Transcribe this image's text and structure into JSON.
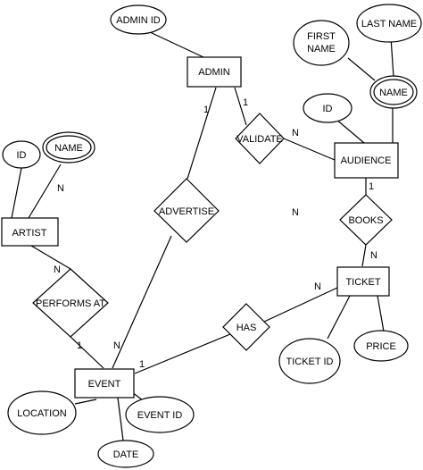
{
  "entities": {
    "admin": "ADMIN",
    "audience": "AUDIENCE",
    "artist": "ARTIST",
    "ticket": "TICKET",
    "event": "EVENT"
  },
  "relationships": {
    "validate": "VALIDATE",
    "advertise": "ADVERTISE",
    "books": "BOOKS",
    "performs_at": "PERFORMS AT",
    "has": "HAS"
  },
  "attributes": {
    "admin_id": "ADMIN ID",
    "first_name_line1": "FIRST",
    "first_name_line2": "NAME",
    "last_name": "LAST NAME",
    "audience_name": "NAME",
    "audience_id": "ID",
    "artist_id": "ID",
    "artist_name": "NAME",
    "ticket_id": "TICKET ID",
    "price": "PRICE",
    "location": "LOCATION",
    "event_id": "EVENT ID",
    "date": "DATE"
  },
  "cardinalities": {
    "admin_advertise": "1",
    "admin_validate": "1",
    "validate_audience": "N",
    "free_n": "N",
    "audience_books": "1",
    "books_ticket": "N",
    "ticket_has": "N",
    "has_event": "1",
    "advertise_event": "N",
    "artist_performs": "N",
    "performs_event": "1",
    "artist_name_link": "N"
  }
}
